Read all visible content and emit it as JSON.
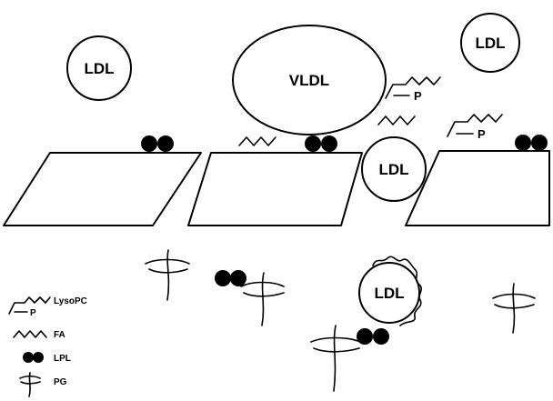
{
  "labels": {
    "ldl": "LDL",
    "vldl": "VLDL",
    "p": "P"
  },
  "legend": [
    {
      "key": "lysopc",
      "label": "LysoPC",
      "icon": "lysopc-icon"
    },
    {
      "key": "fa",
      "label": "FA",
      "icon": "fa-icon"
    },
    {
      "key": "lpl",
      "label": "LPL",
      "icon": "lpl-icon"
    },
    {
      "key": "pg",
      "label": "PG",
      "icon": "pg-icon"
    }
  ]
}
